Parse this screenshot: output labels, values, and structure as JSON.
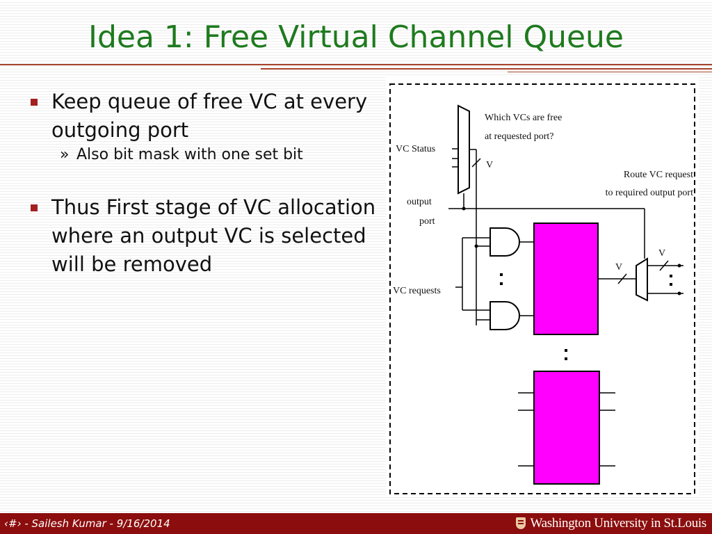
{
  "slide": {
    "title": "Idea 1: Free Virtual Channel Queue",
    "bullets": [
      {
        "text": "Keep queue of free VC at every outgoing port",
        "sub": [
          {
            "marker": "»",
            "text": "Also bit mask with one set bit"
          }
        ]
      },
      {
        "text": "Thus First stage of VC allocation where an output VC is selected will be removed",
        "sub": []
      }
    ]
  },
  "diagram": {
    "labels": {
      "question_line1": "Which VCs are free",
      "question_line2": "at requested port?",
      "vc_status": "VC Status",
      "v_mux": "V",
      "route_line1": "Route VC request",
      "route_line2": "to required output port",
      "output_line1": "output",
      "output_line2": "port",
      "vc_requests": "VC requests",
      "v_out1": "V",
      "v_out2": "V"
    },
    "colors": {
      "arbiter_fill": "#ff00ff",
      "line": "#000000"
    }
  },
  "footer": {
    "left": "‹#› - Sailesh Kumar - 9/16/2014",
    "right": "Washington University in St.Louis"
  },
  "colors": {
    "title": "#1e7a1e",
    "accent": "#a6402a",
    "footer_bg": "#8b0d0d",
    "bullet": "#a32020"
  }
}
